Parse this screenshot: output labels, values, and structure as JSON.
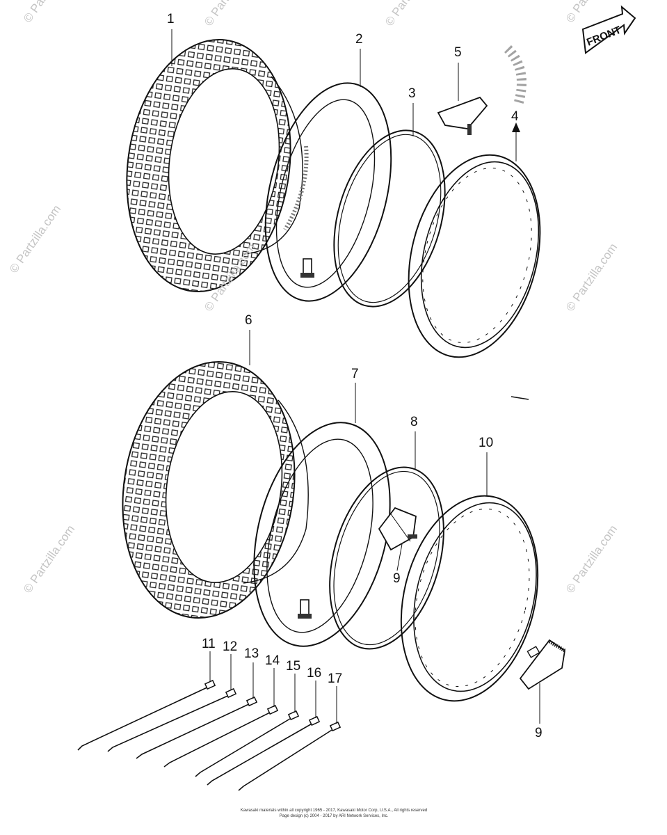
{
  "front_label": "FRONT",
  "watermark": "© Partzilla.com",
  "callouts": [
    "1",
    "2",
    "3",
    "4",
    "5",
    "6",
    "7",
    "8",
    "9",
    "10",
    "9",
    "11",
    "12",
    "13",
    "14",
    "15",
    "16",
    "17"
  ],
  "footer": {
    "line1": "Kawasaki materials within all copyright 1965 - 2017, Kawasaki Motor Corp, U.S.A., All rights reserved",
    "line2": "Page design (c) 2004 - 2017 by ARI Network Services, Inc."
  }
}
